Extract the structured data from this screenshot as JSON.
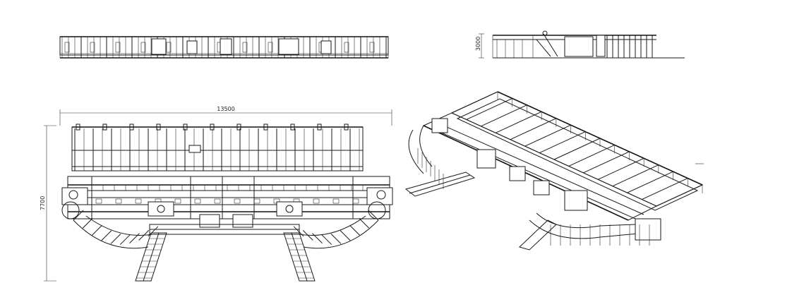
{
  "drawing": {
    "front_view": {},
    "side_view": {
      "height_label": "3000"
    },
    "plan_view": {
      "width_label": "13500",
      "depth_label": "7700"
    },
    "iso_view": {}
  },
  "colors": {
    "line": "#1a1a1a",
    "background": "#ffffff"
  }
}
